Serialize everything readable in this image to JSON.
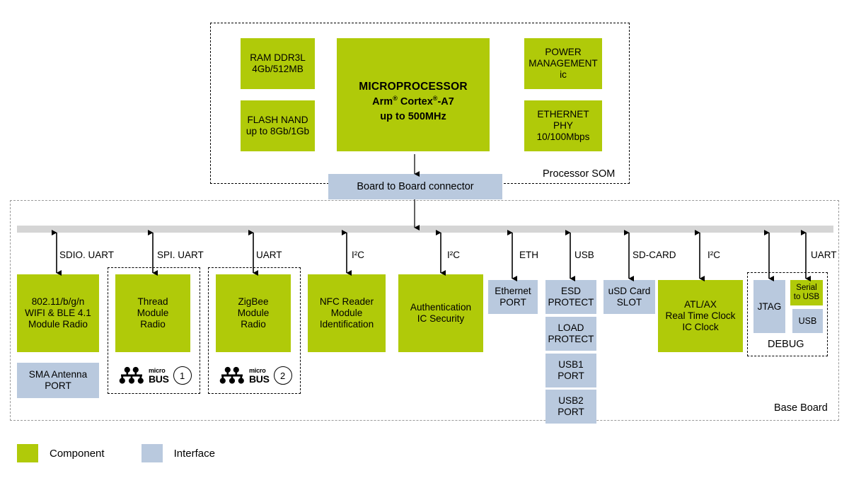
{
  "diagram": {
    "title": "Processor SOM and Base Board block diagram",
    "colors": {
      "component": "#b0ca09",
      "interface": "#b9c9de",
      "busbar": "#d5d5d5",
      "frame": "#000000",
      "frame_thin": "#9a9a9a"
    }
  },
  "som": {
    "label": "Processor SOM",
    "blocks": [
      {
        "id": "ram",
        "text": "RAM DDR3L\n4Gb/512MB",
        "kind": "component"
      },
      {
        "id": "flash",
        "text": "FLASH NAND\nup to 8Gb/1Gb",
        "kind": "component"
      },
      {
        "id": "pmic",
        "text": "POWER\nMANAGEMENT\nic",
        "kind": "component"
      },
      {
        "id": "ethphy",
        "text": "ETHERNET\nPHY\n10/100Mbps",
        "kind": "component"
      }
    ],
    "microprocessor": {
      "kind": "component",
      "line1": "MICROPROCESSOR",
      "line2_pre": "Arm",
      "line2_sup1": "®",
      "line2_mid": "Cortex",
      "line2_sup2": "®",
      "line2_post": "-A7",
      "line3": "up to 500MHz"
    }
  },
  "connector": {
    "label": "Board to Board connector",
    "kind": "interface"
  },
  "baseboard": {
    "label": "Base Board",
    "bus_labels": [
      {
        "id": "bus-sdio-uart",
        "text": "SDIO. UART"
      },
      {
        "id": "bus-spi-uart",
        "text": "SPI. UART"
      },
      {
        "id": "bus-uart",
        "text": "UART"
      },
      {
        "id": "bus-i2c-nfc",
        "text": "I²C"
      },
      {
        "id": "bus-i2c-auth",
        "text": "I²C"
      },
      {
        "id": "bus-eth",
        "text": "ETH"
      },
      {
        "id": "bus-usb",
        "text": "USB"
      },
      {
        "id": "bus-sd-card",
        "text": "SD-CARD"
      },
      {
        "id": "bus-i2c-rtc",
        "text": "I²C"
      },
      {
        "id": "bus-jtag",
        "text": ""
      },
      {
        "id": "bus-uart-dbg",
        "text": "UART"
      }
    ],
    "blocks": [
      {
        "id": "wifi",
        "text": "802.11/b/g/n\nWIFI & BLE 4.1\nModule Radio",
        "kind": "component"
      },
      {
        "id": "sma",
        "text": "SMA Antenna\nPORT",
        "kind": "interface"
      },
      {
        "id": "thread",
        "text": "Thread\nModule\nRadio",
        "kind": "component"
      },
      {
        "id": "zigbee",
        "text": "ZigBee\nModule\nRadio",
        "kind": "component"
      },
      {
        "id": "nfc",
        "text": "NFC Reader\nModule\nIdentification",
        "kind": "component"
      },
      {
        "id": "auth",
        "text": "Authentication\nIC Security",
        "kind": "component"
      },
      {
        "id": "ethport",
        "text": "Ethernet\nPORT",
        "kind": "interface"
      },
      {
        "id": "esd",
        "text": "ESD\nPROTECT",
        "kind": "interface"
      },
      {
        "id": "load",
        "text": "LOAD\nPROTECT",
        "kind": "interface"
      },
      {
        "id": "usb1",
        "text": "USB1\nPORT",
        "kind": "interface"
      },
      {
        "id": "usb2",
        "text": "USB2\nPORT",
        "kind": "interface"
      },
      {
        "id": "usd",
        "text": "uSD Card\nSLOT",
        "kind": "interface"
      },
      {
        "id": "rtc",
        "text": "ATL/AX\nReal Time Clock\nIC Clock",
        "kind": "component"
      },
      {
        "id": "jtag",
        "text": "JTAG",
        "kind": "interface"
      },
      {
        "id": "serusb",
        "text": "Serial\nto USB",
        "kind": "component"
      },
      {
        "id": "usb",
        "text": "USB",
        "kind": "interface"
      }
    ],
    "debug_label": "DEBUG",
    "microbus": [
      {
        "id": "microbus-1",
        "small": "micro",
        "big": "BUS",
        "number": "1"
      },
      {
        "id": "microbus-2",
        "small": "micro",
        "big": "BUS",
        "number": "2"
      }
    ]
  },
  "legend": {
    "items": [
      {
        "id": "legend-component",
        "label": "Component",
        "kind": "component"
      },
      {
        "id": "legend-interface",
        "label": "Interface",
        "kind": "interface"
      }
    ]
  }
}
